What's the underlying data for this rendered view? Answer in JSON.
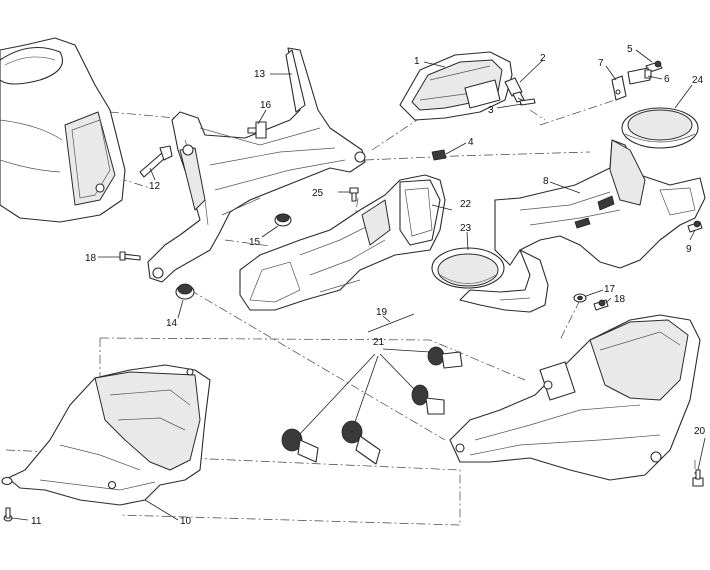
{
  "callouts": [
    {
      "id": "1",
      "text": "1"
    },
    {
      "id": "2",
      "text": "2"
    },
    {
      "id": "3",
      "text": "3"
    },
    {
      "id": "4",
      "text": "4"
    },
    {
      "id": "5",
      "text": "5"
    },
    {
      "id": "6",
      "text": "6"
    },
    {
      "id": "7",
      "text": "7"
    },
    {
      "id": "8",
      "text": "8"
    },
    {
      "id": "9",
      "text": "9"
    },
    {
      "id": "10",
      "text": "10"
    },
    {
      "id": "11",
      "text": "11"
    },
    {
      "id": "12",
      "text": "12"
    },
    {
      "id": "13",
      "text": "13"
    },
    {
      "id": "14",
      "text": "14"
    },
    {
      "id": "15",
      "text": "15"
    },
    {
      "id": "16",
      "text": "16"
    },
    {
      "id": "17",
      "text": "17"
    },
    {
      "id": "18a",
      "text": "18"
    },
    {
      "id": "18b",
      "text": "18"
    },
    {
      "id": "19",
      "text": "19"
    },
    {
      "id": "20",
      "text": "20"
    },
    {
      "id": "21",
      "text": "21"
    },
    {
      "id": "22",
      "text": "22"
    },
    {
      "id": "23",
      "text": "23"
    },
    {
      "id": "24",
      "text": "24"
    },
    {
      "id": "25",
      "text": "25"
    }
  ]
}
